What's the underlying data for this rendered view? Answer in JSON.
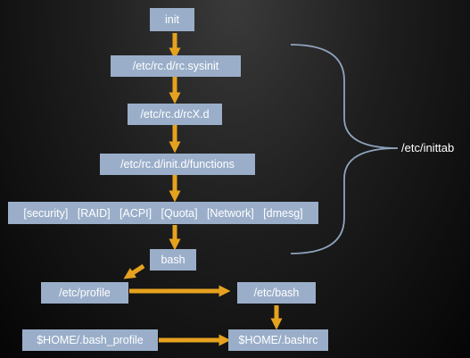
{
  "colors": {
    "box_fill": "#9aaec9",
    "arrow": "#e6a21f",
    "brace": "#8fa3bd",
    "text": "#ffffff"
  },
  "nodes": {
    "init": "init",
    "rc_sysinit": "/etc/rc.d/rc.sysinit",
    "rcx_d": "/etc/rc.d/rcX.d",
    "init_functions": "/etc/rc.d/init.d/functions",
    "modules": "[security]   [RAID]   [ACPI]   [Quota]   [Network]   [dmesg]",
    "bash": "bash",
    "etc_profile": "/etc/profile",
    "etc_bash": "/etc/bash",
    "bash_profile": "$HOME/.bash_profile",
    "bashrc": "$HOME/.bashrc"
  },
  "brace_label": "/etc/inittab"
}
